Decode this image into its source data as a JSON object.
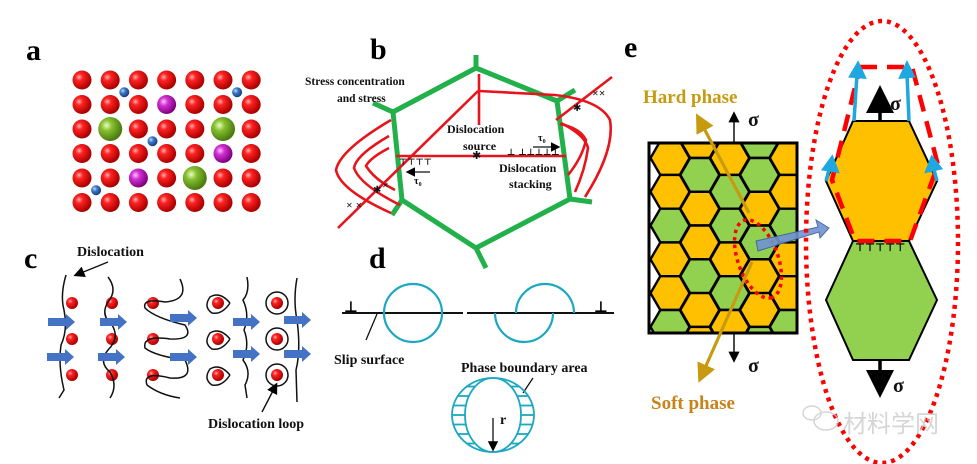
{
  "figure": {
    "panels": {
      "a": {
        "letter": "a",
        "lattice": {
          "rows": 6,
          "cols": 7,
          "substitutional_magenta": [
            [
              1,
              3
            ],
            [
              3,
              5
            ],
            [
              4,
              2
            ]
          ],
          "substitutional_green": [
            [
              2,
              1
            ],
            [
              2,
              5
            ],
            [
              4,
              4
            ]
          ],
          "interstitial_blue": [
            [
              0.5,
              1.5
            ],
            [
              0.5,
              5.5
            ],
            [
              2.5,
              2.5
            ],
            [
              4.5,
              0.5
            ]
          ]
        }
      },
      "b": {
        "letter": "b",
        "labels": {
          "stress": "Stress concentration and stress",
          "stress_line1": "Stress concentration",
          "stress_line2": "and stress",
          "source_line1": "Dislocation",
          "source_line2": "source",
          "stacking_line1": "Dislocation",
          "stacking_line2": "stacking",
          "tau_left": "τ₀",
          "tau_right": "τ₀"
        }
      },
      "c": {
        "letter": "c",
        "labels": {
          "dislocation": "Dislocation",
          "loop": "Dislocation loop"
        },
        "stages": 5
      },
      "d": {
        "letter": "d",
        "labels": {
          "slip": "Slip surface",
          "boundary": "Phase boundary area",
          "radius": "r",
          "perp_symbol": "⊥"
        }
      },
      "e": {
        "letter": "e",
        "labels": {
          "hard": "Hard phase",
          "soft": "Soft phase",
          "sigma": "σ"
        },
        "grid_pattern": [
          [
            "hard",
            "soft",
            "hard",
            "soft"
          ],
          [
            "hard",
            "hard",
            "soft",
            "hard"
          ],
          [
            "soft",
            "hard",
            "soft",
            "soft"
          ],
          [
            "hard",
            "soft",
            "hard",
            "hard"
          ],
          [
            "hard",
            "hard",
            "soft",
            "hard"
          ],
          [
            "soft",
            "hard",
            "hard",
            "soft"
          ]
        ]
      }
    },
    "colors": {
      "red_atom": "#e8141c",
      "magenta_atom": "#cc22cc",
      "green_atom": "#7ab82a",
      "blue_atom": "#2f6fc4",
      "grain_boundary": "#22b04b",
      "dislocation_line": "#e8141c",
      "arrow_blue": "#4472c4",
      "circle_cyan": "#1ba8c0",
      "hard_phase": "#ffc000",
      "soft_phase": "#92d050",
      "label_gold": "#c89a10",
      "label_orange": "#c8821a",
      "dotted_red": "#ff0000",
      "cyan_arrow": "#1fa8e0"
    },
    "watermark": {
      "text": "材料学网"
    }
  }
}
